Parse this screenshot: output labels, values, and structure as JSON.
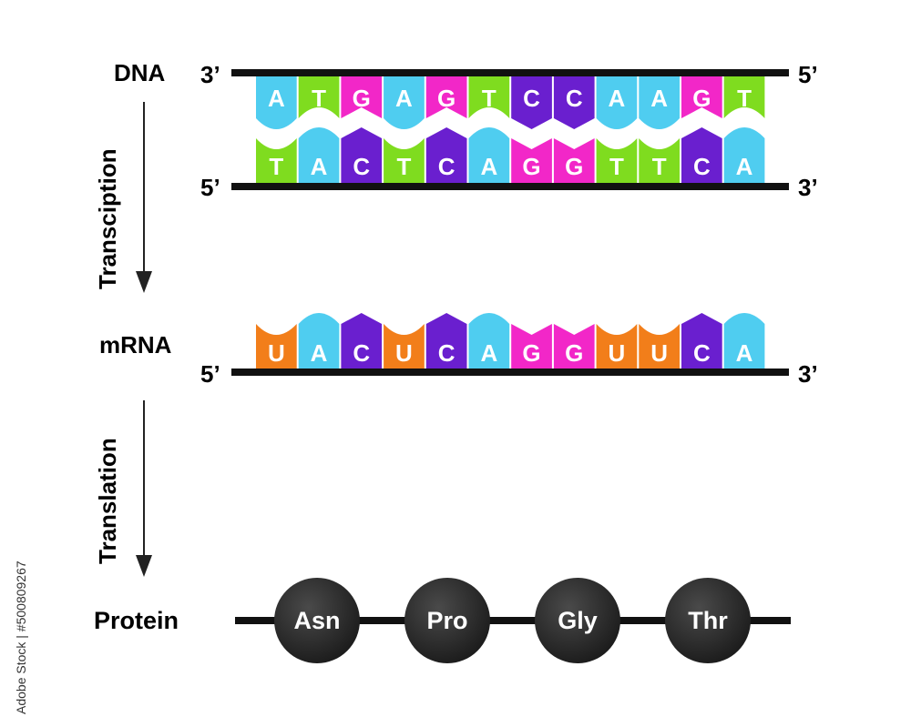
{
  "labels": {
    "dna": "DNA",
    "mrna": "mRNA",
    "protein": "Protein",
    "transcription": "Transciption",
    "translation": "Translation"
  },
  "ends": {
    "dna_top_left": "3’",
    "dna_top_right": "5’",
    "dna_bottom_left": "5’",
    "dna_bottom_right": "3’",
    "mrna_left": "5’",
    "mrna_right": "3’"
  },
  "sequences": {
    "dna_top": [
      "A",
      "T",
      "G",
      "A",
      "G",
      "T",
      "C",
      "C",
      "A",
      "A",
      "G",
      "T"
    ],
    "dna_bottom": [
      "T",
      "A",
      "C",
      "T",
      "C",
      "A",
      "G",
      "G",
      "T",
      "T",
      "C",
      "A"
    ],
    "mrna": [
      "U",
      "A",
      "C",
      "U",
      "C",
      "A",
      "G",
      "G",
      "U",
      "U",
      "C",
      "A"
    ]
  },
  "colors": {
    "A": "#4fcdf0",
    "T": "#7fdc1f",
    "G": "#f227c8",
    "C": "#6a1fcf",
    "U": "#f27e1a",
    "strand": "#111111",
    "amino_acid": "#2b2b2b"
  },
  "protein": [
    "Asn",
    "Pro",
    "Gly",
    "Thr"
  ],
  "watermark": "Adobe Stock | #500809267"
}
